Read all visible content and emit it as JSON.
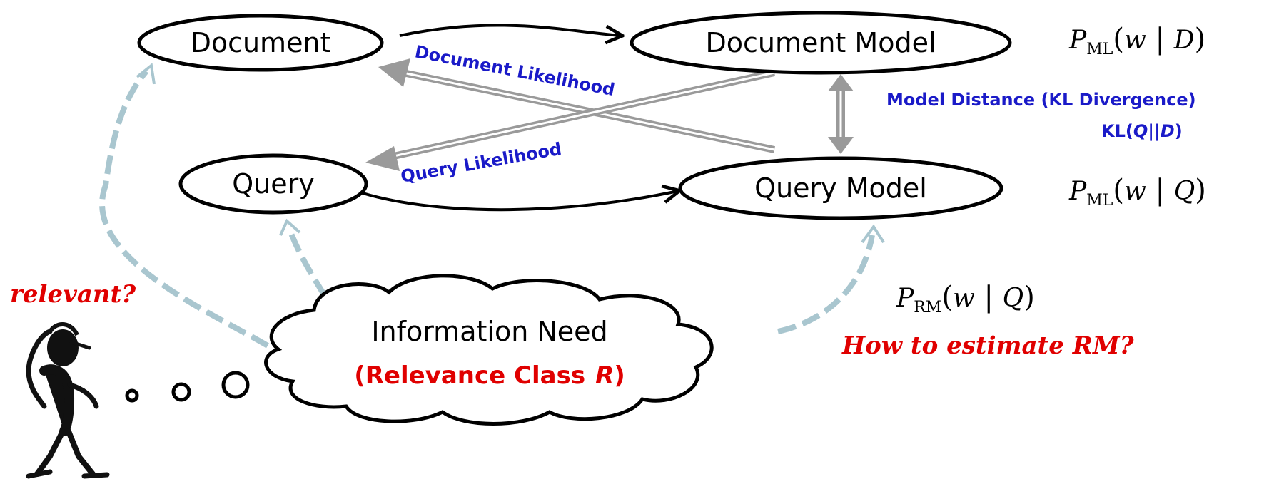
{
  "nodes": {
    "document": "Document",
    "document_model": "Document Model",
    "query": "Query",
    "query_model": "Query Model",
    "information_need": "Information Need",
    "relevance_class": "(Relevance Class",
    "relevance_var": "R",
    "relevance_close": ")"
  },
  "edges": {
    "document_likelihood": "Document Likelihood",
    "query_likelihood": "Query Likelihood",
    "model_distance": "Model Distance (KL Divergence)",
    "kl_prefix": "KL(",
    "kl_q": "Q",
    "kl_sep": "||",
    "kl_d": "D",
    "kl_suffix": ")"
  },
  "formulas": {
    "p": "P",
    "ml": "ML",
    "rm": "RM",
    "open": "(",
    "w": "w",
    "bar": " | ",
    "close": ")",
    "d": "D",
    "q": "Q"
  },
  "annotations": {
    "relevant": "relevant?",
    "how_to_estimate": "How to estimate RM?"
  },
  "colors": {
    "blue_label": "#1a1ac8",
    "red_text": "#e00000",
    "gray_arrow": "#9a9a9a",
    "dashed_arrow": "#a9c6cf"
  }
}
